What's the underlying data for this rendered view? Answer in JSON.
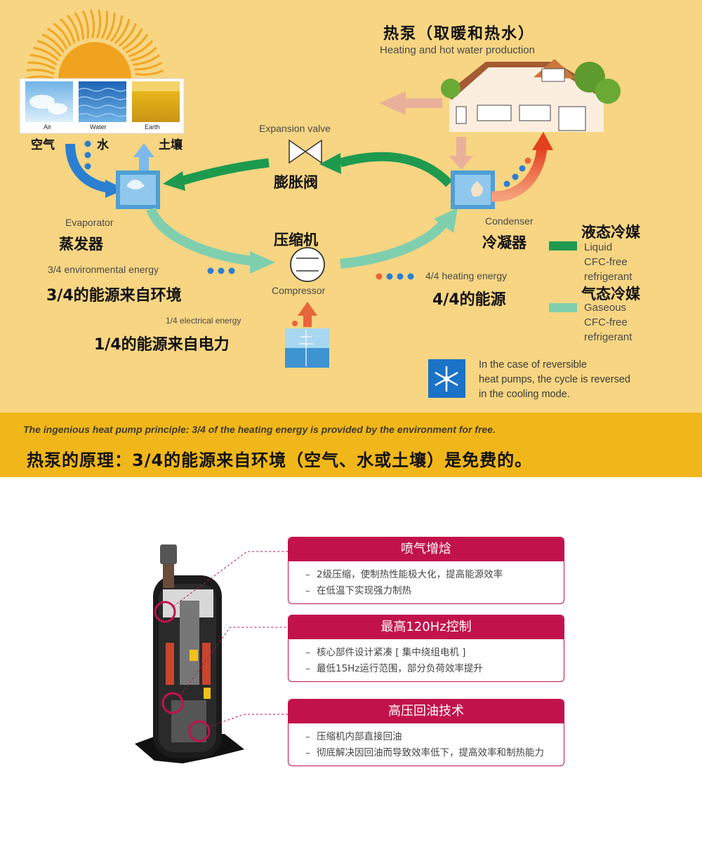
{
  "diagram": {
    "title_cn": "热泵（取暖和热水）",
    "title_en": "Heating and hot water production",
    "source_labels": [
      "Air",
      "Water",
      "Earth"
    ],
    "air_cn": "空气",
    "water_cn": "水",
    "earth_cn": "土壤",
    "expansion_valve_en": "Expansion valve",
    "expansion_valve_cn": "膨胀阀",
    "evaporator_en": "Evaporator",
    "evaporator_cn": "蒸发器",
    "compressor_cn": "压缩机",
    "compressor_en": "Compressor",
    "condenser_en": "Condenser",
    "condenser_cn": "冷凝器",
    "env_energy_en": "3/4 environmental energy",
    "env_energy_cn": "3/4的能源来自环境",
    "elec_energy_en": "1/4 electrical energy",
    "elec_energy_cn": "1/4的能源来自电力",
    "heating_energy_en": "4/4 heating energy",
    "heating_energy_cn": "4/4的能源",
    "legend": {
      "liquid_cn": "液态冷媒",
      "liquid_en": [
        "Liquid",
        "CFC-free",
        "refrigerant"
      ],
      "liquid_color": "#1e9a4f",
      "gaseous_cn": "气态冷媒",
      "gaseous_en": [
        "Gaseous",
        "CFC-free",
        "refrigerant"
      ],
      "gaseous_color": "#7fcfae"
    },
    "reversible_note": [
      "In the case of reversible",
      "heat pumps, the cycle is reversed",
      "in the cooling mode."
    ],
    "footer_en": "The ingenious heat pump principle: 3/4 of the heating energy is provided by the environment for free.",
    "footer_cn": "热泵的原理：3/4的能源来自环境（空气、水或土壤）是免费的。",
    "colors": {
      "background": "#f7d582",
      "footer": "#f1b71a",
      "liquid_arrow": "#1e9a4f",
      "gas_arrow": "#7fcfae",
      "heat_arrow": "#e8643a",
      "blue_arrow": "#2b7fd0"
    }
  },
  "features": [
    {
      "title": "喷气增焓",
      "items": [
        "2级压缩，使制热性能极大化，提高能源效率",
        "在低温下实现强力制热"
      ]
    },
    {
      "title": "最高120Hz控制",
      "items": [
        "核心部件设计紧凑 [ 集中绕组电机 ]",
        "最低15Hz运行范围，部分负荷效率提升"
      ]
    },
    {
      "title": "高压回油技术",
      "items": [
        "压缩机内部直接回油",
        "彻底解决因回油而导致效率低下，提高效率和制热能力"
      ]
    }
  ],
  "feature_colors": {
    "accent": "#c2124b"
  }
}
